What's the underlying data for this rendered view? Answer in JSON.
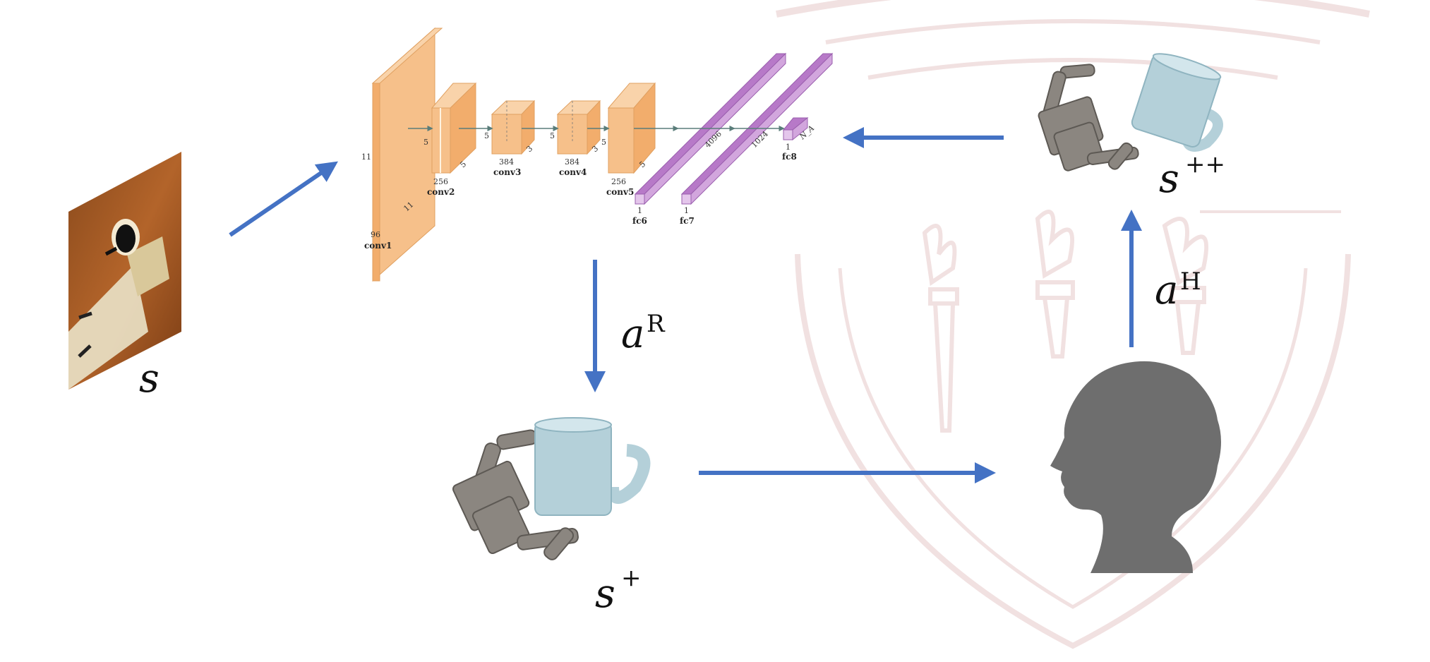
{
  "colors": {
    "arrow": "#4472c4",
    "conv_front": "#f6c08a",
    "conv_side": "#f2ad6c",
    "conv_top": "#f9d3aa",
    "fc_front": "#d2a6dd",
    "fc_side": "#b779c8",
    "fc_top": "#e4c6eb",
    "robot": "#8b8680",
    "mug": "#b4d0d9",
    "head": "#6e6e6e",
    "watermark": "#f3e6e6"
  },
  "labels": {
    "s": "s",
    "s_plus": "s",
    "s_plus_sup": "+",
    "s_plusplus": "s",
    "s_plusplus_sup": "++",
    "a_r": "a",
    "a_r_sup": "R",
    "a_h": "a",
    "a_h_sup": "H"
  },
  "network": {
    "layers": {
      "conv1": "conv1",
      "conv2": "conv2",
      "conv3": "conv3",
      "conv4": "conv4",
      "conv5": "conv5",
      "fc6": "fc6",
      "fc7": "fc7",
      "fc8": "fc8"
    },
    "dims": {
      "conv1_h": "11",
      "conv1_w": "11",
      "conv1_c": "96",
      "conv2_h": "5",
      "conv2_w": "5",
      "conv2_c": "256",
      "conv3_h": "5",
      "conv3_w": "3",
      "conv3_c": "384",
      "conv4_h": "5",
      "conv4_w": "3",
      "conv4_c": "384",
      "conv5_h": "5",
      "conv5_w": "5",
      "conv5_c": "256",
      "fc6_c": "1",
      "fc6_d": "4096",
      "fc7_c": "1",
      "fc7_d": "1024",
      "fc8_c": "1",
      "fc8_d": "N_A"
    }
  }
}
